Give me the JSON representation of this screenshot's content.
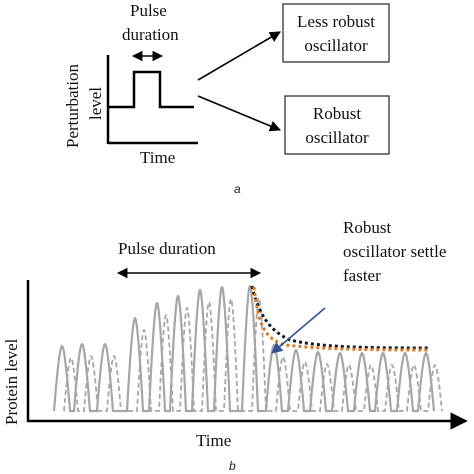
{
  "panel_a": {
    "pulse_label_line1": "Pulse",
    "pulse_label_line2": "duration",
    "y_axis_label_line1": "Perturbation",
    "y_axis_label_line2": "level",
    "x_axis_label": "Time",
    "box_top_line1": "Less robust",
    "box_top_line2": "oscillator",
    "box_bottom_line1": "Robust",
    "box_bottom_line2": "oscillator",
    "panel_letter": "a"
  },
  "panel_b": {
    "pulse_label": "Pulse duration",
    "y_axis_label": "Protein level",
    "x_axis_label": "Time",
    "annotation_line1": "Robust",
    "annotation_line2": "oscillator settle",
    "annotation_line3": "faster",
    "panel_letter": "b"
  },
  "colors": {
    "axis": "#000000",
    "solid_trace": "#a6a6a6",
    "dashed_trace": "#a6a6a6",
    "envelope_black": "#1a1a1a",
    "envelope_orange": "#e07b22",
    "pointer_arrow": "#2f5597",
    "box_border": "#333333"
  }
}
